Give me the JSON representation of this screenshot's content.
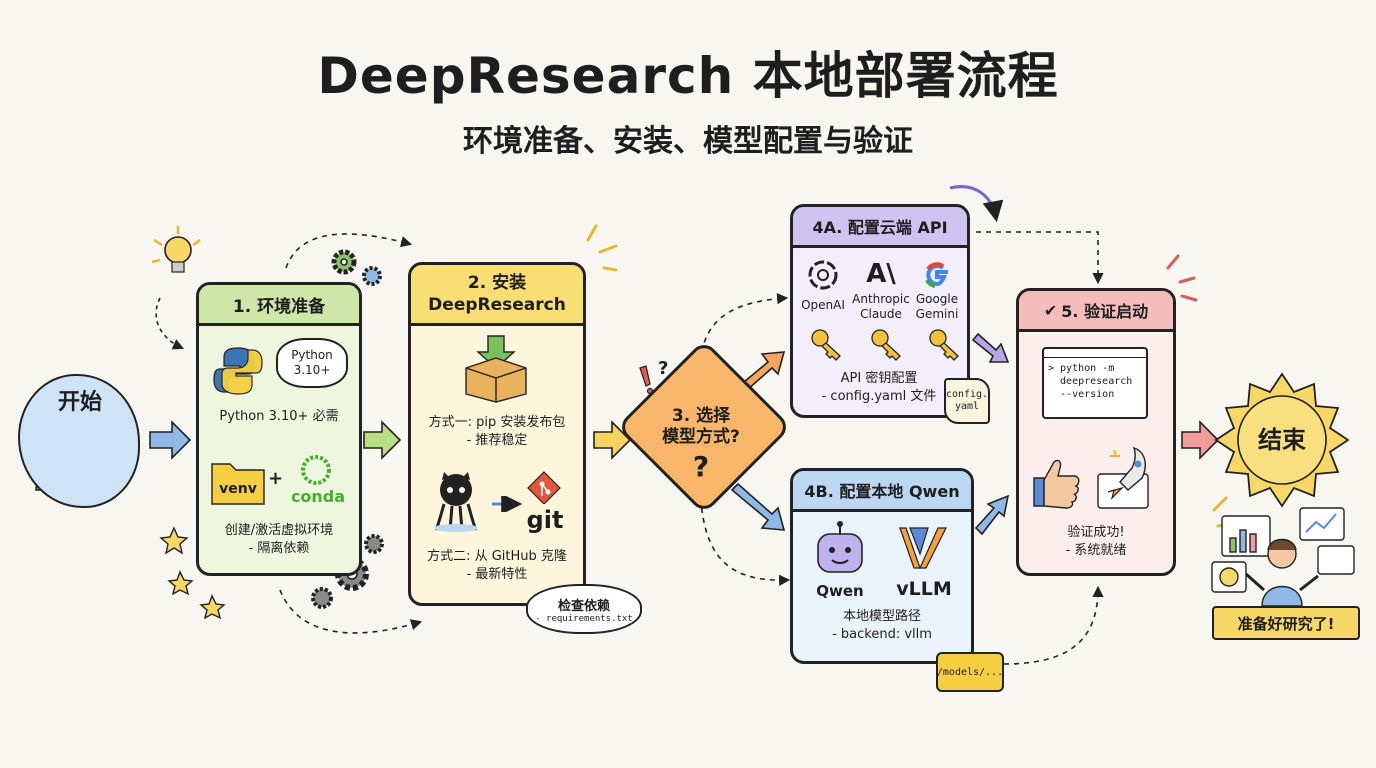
{
  "title": "DeepResearch 本地部署流程",
  "subtitle": "环境准备、安装、模型配置与验证",
  "start": {
    "label": "开始"
  },
  "end": {
    "label": "结束",
    "banner": "准备好研究了!"
  },
  "step1": {
    "title": "1. 环境准备",
    "python_bubble": "Python\n3.10+",
    "python_note": "Python 3.10+ 必需",
    "plus": "+",
    "venv": "venv",
    "conda": "conda",
    "desc": "创建/激活虚拟环境\n- 隔离依赖"
  },
  "step2": {
    "title": "2. 安装\nDeepResearch",
    "method1": "方式一: pip 安装发布包\n- 推荐稳定",
    "git": "git",
    "method2": "方式二: 从 GitHub 克隆\n- 最新特性",
    "bubble_title": "检查依赖",
    "bubble_file": "- requirements.txt"
  },
  "step3": {
    "title": "3. 选择\n模型方式?",
    "mark": "?"
  },
  "step4a": {
    "title": "4A. 配置云端 API",
    "providers": [
      {
        "name": "OpenAI"
      },
      {
        "name": "Anthropic\nClaude"
      },
      {
        "name": "Google\nGemini"
      }
    ],
    "desc": "API 密钥配置\n- config.yaml 文件",
    "scroll": "config.\nyaml"
  },
  "step4b": {
    "title": "4B. 配置本地 Qwen",
    "qwen": "Qwen",
    "vllm": "vLLM",
    "desc": "本地模型路径\n- backend: vllm",
    "folder": "/models/..."
  },
  "step5": {
    "title": "5. 验证启动",
    "terminal": "> python -m\n  deepresearch\n  --version",
    "desc": "验证成功!\n- 系统就绪"
  },
  "colors": {
    "step1_head": "#cfe6a9",
    "step1_body": "#eef6e0",
    "step1_border": "#9cc866",
    "step2_head": "#f9de74",
    "step2_body": "#fdf6dc",
    "step2_border": "#f1cf53",
    "step3_fill": "#f8b66a",
    "step4a_head": "#cfc3f1",
    "step4a_body": "#f2eefb",
    "step4a_border": "#b3a2e7",
    "step4b_head": "#bcd7f2",
    "step4b_body": "#eaf2fb",
    "step4b_border": "#98c0e8",
    "step5_head": "#f5bcbc",
    "step5_body": "#fdeeee",
    "step5_border": "#ee9e9e",
    "end_fill": "#f7d766"
  }
}
